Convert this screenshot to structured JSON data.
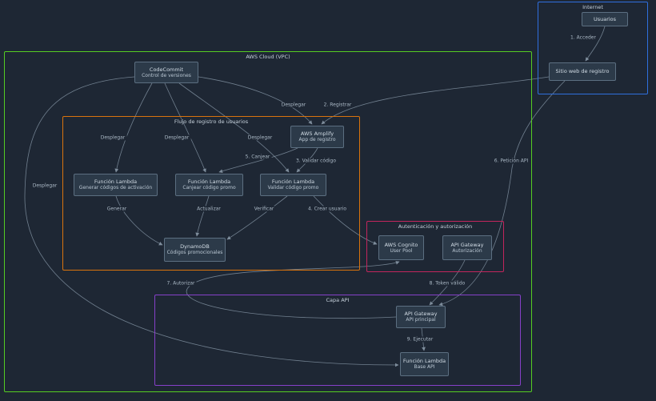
{
  "diagram": {
    "containers": {
      "internet": {
        "label": "Internet"
      },
      "vpc": {
        "label": "AWS Cloud (VPC)"
      },
      "flujo": {
        "label": "Flujo de registro de usuarios"
      },
      "auth": {
        "label": "Autenticación y autorización"
      },
      "capa": {
        "label": "Capa API"
      }
    },
    "nodes": {
      "usuarios": {
        "line1": "Usuarios"
      },
      "sitio_web": {
        "line1": "Sitio web de registro"
      },
      "codecommit": {
        "line1": "CodeCommit",
        "line2": "Control de versiones"
      },
      "amplify": {
        "line1": "AWS Amplify",
        "line2": "App de registro"
      },
      "lambda_generar": {
        "line1": "Función Lambda",
        "line2": "Generar códigos de activación"
      },
      "lambda_canjear": {
        "line1": "Función Lambda",
        "line2": "Canjear código promo"
      },
      "lambda_validar": {
        "line1": "Función Lambda",
        "line2": "Validar código promo"
      },
      "dynamodb": {
        "line1": "DynamoDB",
        "line2": "Códigos promocionales"
      },
      "cognito": {
        "line1": "AWS Cognito",
        "line2": "User Pool"
      },
      "apigw_auth": {
        "line1": "API Gateway",
        "line2": "Autorización"
      },
      "apigw_main": {
        "line1": "API Gateway",
        "line2": "API principal"
      },
      "lambda_base": {
        "line1": "Función Lambda",
        "line2": "Base API"
      }
    },
    "edge_labels": {
      "acceder": "1. Acceder",
      "registrar": "2. Registrar",
      "desplegar_amplify": "Desplegar",
      "desplegar_generar": "Desplegar",
      "desplegar_canjear": "Desplegar",
      "desplegar_validar": "Desplegar",
      "desplegar_base": "Desplegar",
      "validar_codigo": "3. Validar código",
      "crear_usuario": "4. Crear usuario",
      "canjear": "5. Canjear",
      "peticion_api": "6. Petición API",
      "autorizar": "7. Autorizar",
      "token_valido": "8. Token válido",
      "ejecutar": "9. Ejecutar",
      "generar": "Generar",
      "actualizar": "Actualizar",
      "verificar": "Verificar"
    },
    "colors": {
      "background": "#1e2734",
      "node_fill": "#2c3a49",
      "node_border": "#5c6f81",
      "edge": "#8d9eae",
      "internet_border": "#2f6fde",
      "vpc_border": "#55cc22",
      "flujo_border": "#d9730d",
      "auth_border": "#c2255c",
      "capa_border": "#8640c9"
    }
  }
}
